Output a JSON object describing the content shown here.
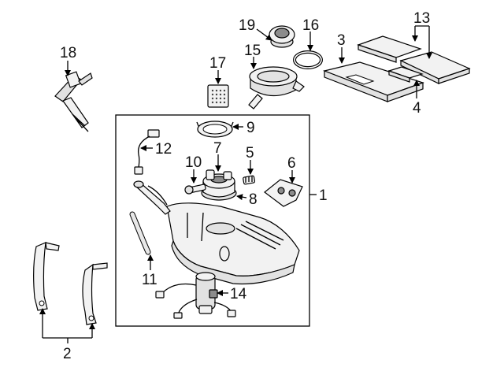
{
  "callouts": {
    "c1": "1",
    "c2": "2",
    "c3": "3",
    "c4": "4",
    "c5": "5",
    "c6": "6",
    "c7": "7",
    "c8": "8",
    "c9": "9",
    "c10": "10",
    "c11": "11",
    "c12": "12",
    "c13": "13",
    "c14": "14",
    "c15": "15",
    "c16": "16",
    "c17": "17",
    "c18": "18",
    "c19": "19"
  },
  "colors": {
    "line": "#000000",
    "part_fill": "#f2f2f2",
    "part_shade": "#e2e2e2",
    "dark": "#8c8c8c",
    "background": "#ffffff"
  }
}
